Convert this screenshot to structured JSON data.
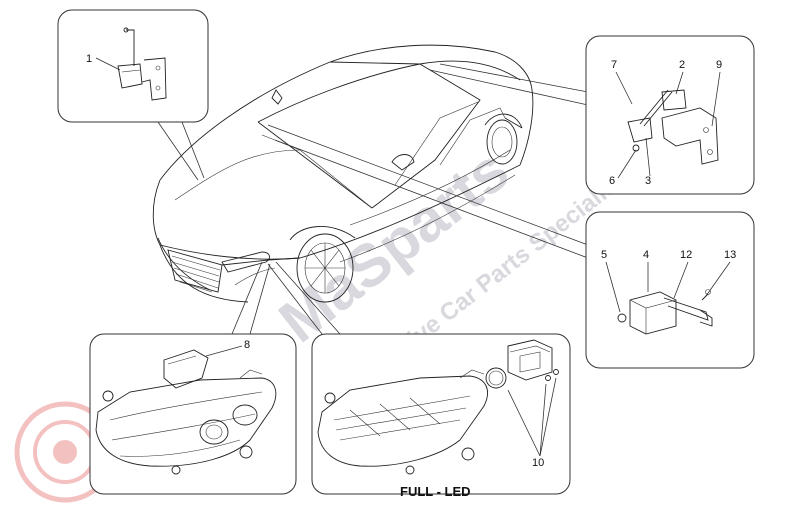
{
  "watermark": {
    "brand": "MaSparts",
    "tagline": "Exclusive Car Parts Specialist"
  },
  "callouts": {
    "c1": "1",
    "c2": "2",
    "c3": "3",
    "c4": "4",
    "c5": "5",
    "c6": "6",
    "c7": "7",
    "c8": "8",
    "c9": "9",
    "c10": "10",
    "c12": "12",
    "c13": "13"
  },
  "captions": {
    "full_led": "FULL - LED"
  },
  "colors": {
    "line": "#222222",
    "watermark": "#d8d8de",
    "watermark_logo": "#e05050"
  }
}
